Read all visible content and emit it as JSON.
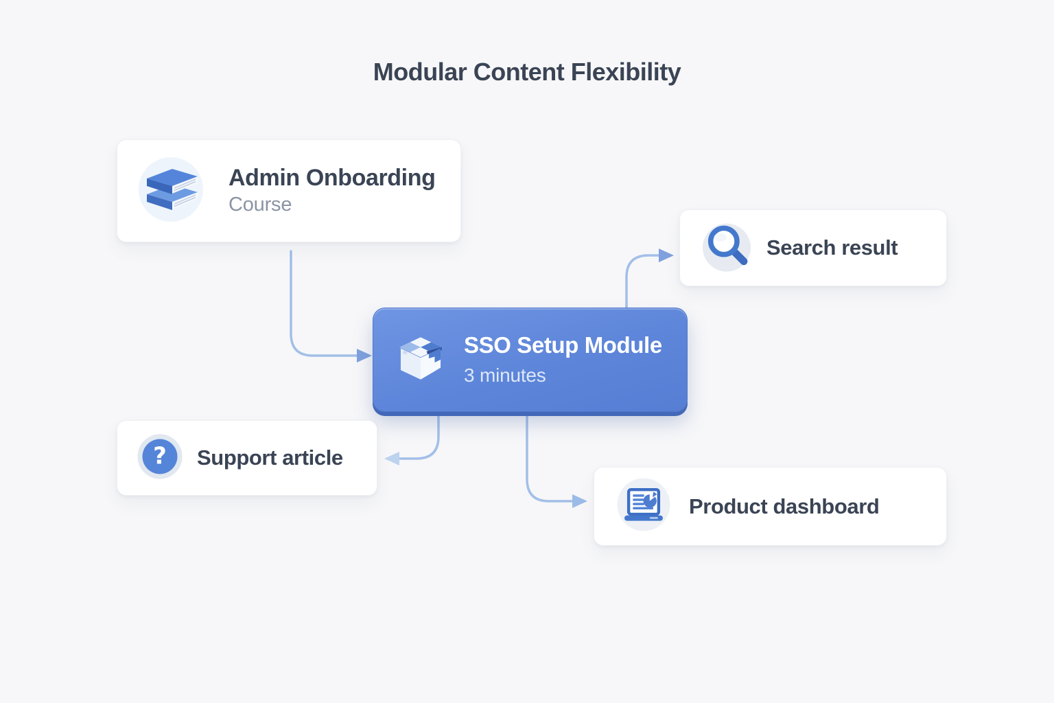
{
  "title": "Modular Content Flexibility",
  "colors": {
    "background": "#f7f7f9",
    "card_background": "#ffffff",
    "text_dark": "#3a4454",
    "text_gray": "#8a94a4",
    "module_blue": "#5d85d9",
    "module_edge_blue": "#4268b8",
    "connector_blue": "#a3bfe8",
    "arrowhead_blue": "#7fa1dd",
    "icon_blue": "#4377c9"
  },
  "nodes": {
    "admin": {
      "title": "Admin Onboarding",
      "subtitle": "Course",
      "icon": "books-icon",
      "type": "course-card"
    },
    "sso": {
      "title": "SSO Setup Module",
      "subtitle": "3 minutes",
      "icon": "package-icon",
      "type": "module-card"
    },
    "search": {
      "label": "Search result",
      "icon": "magnifier-icon",
      "type": "output-card"
    },
    "support": {
      "label": "Support article",
      "icon": "question-icon",
      "type": "output-card"
    },
    "product": {
      "label": "Product dashboard",
      "icon": "laptop-icon",
      "type": "output-card"
    }
  },
  "connections": [
    {
      "from": "admin",
      "to": "sso"
    },
    {
      "from": "sso",
      "to": "search"
    },
    {
      "from": "sso",
      "to": "support"
    },
    {
      "from": "sso",
      "to": "product"
    }
  ]
}
